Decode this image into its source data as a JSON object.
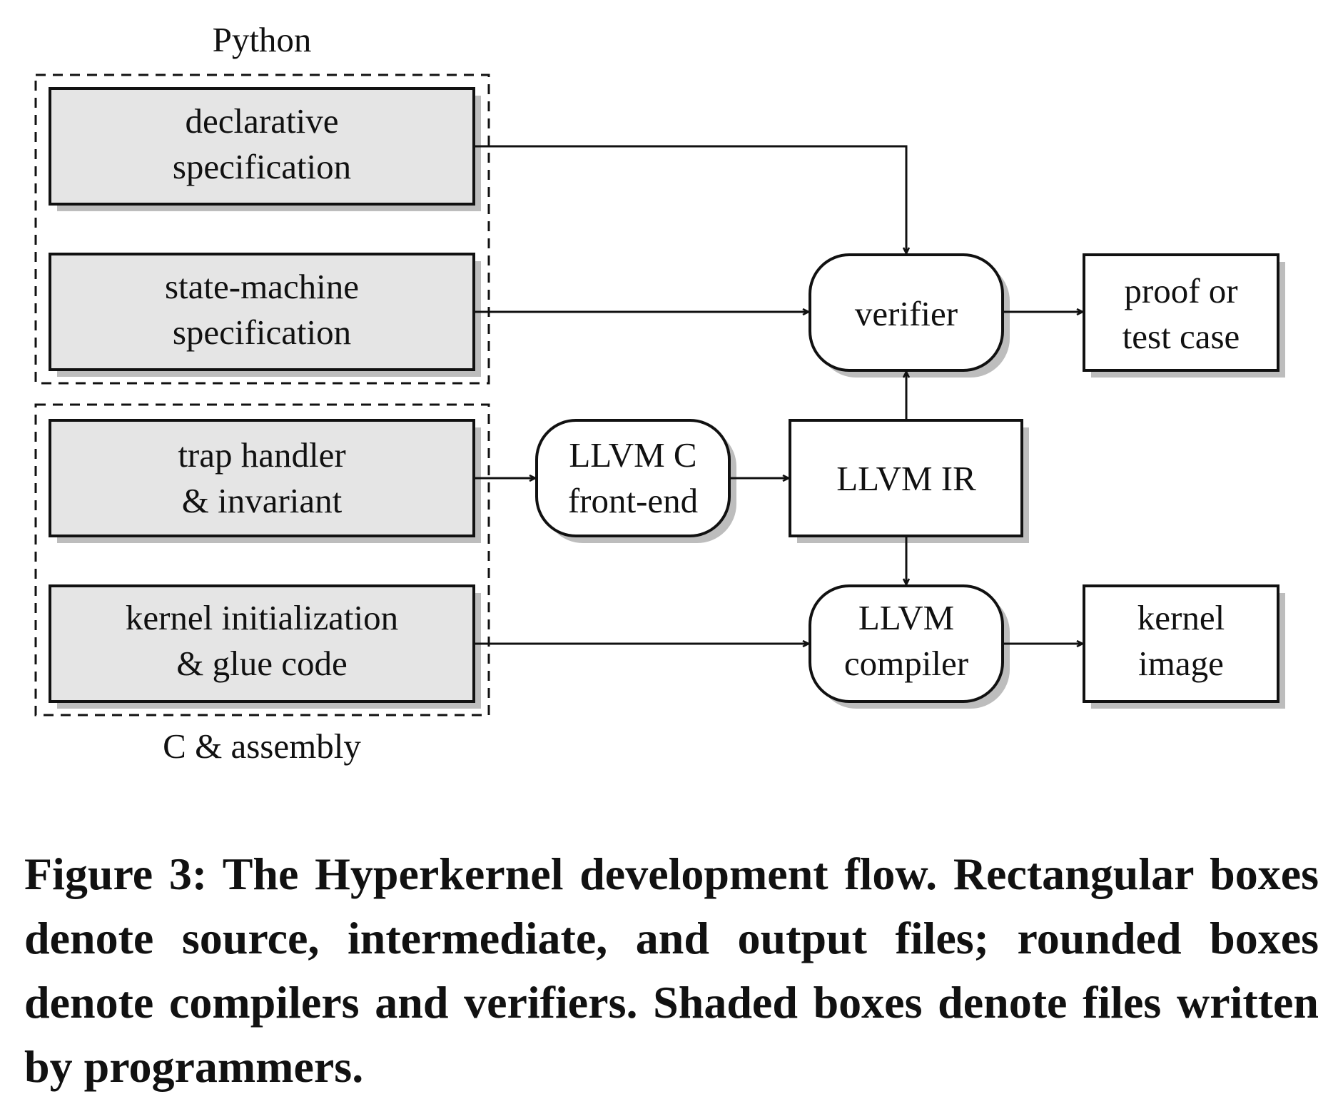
{
  "groups": {
    "python_label": "Python",
    "c_label": "C & assembly"
  },
  "sources": [
    {
      "line1": "declarative",
      "line2": "specification"
    },
    {
      "line1": "state-machine",
      "line2": "specification"
    },
    {
      "line1": "trap handler",
      "line2": "& invariant"
    },
    {
      "line1": "kernel initialization",
      "line2": "& glue code"
    }
  ],
  "tools": {
    "verifier": "verifier",
    "frontend_line1": "LLVM C",
    "frontend_line2": "front-end",
    "compiler_line1": "LLVM",
    "compiler_line2": "compiler"
  },
  "files": {
    "llvm_ir": "LLVM IR",
    "proof_line1": "proof or",
    "proof_line2": "test case",
    "image_line1": "kernel",
    "image_line2": "image"
  },
  "caption": "Figure 3: The Hyperkernel development flow. Rectangular boxes denote source, intermediate, and output files; rounded boxes denote compilers and verifiers. Shaded boxes denote files written by programmers.",
  "colors": {
    "shaded_fill": "#e5e5e5",
    "shadow": "#bdbdbd",
    "stroke": "#111111"
  }
}
